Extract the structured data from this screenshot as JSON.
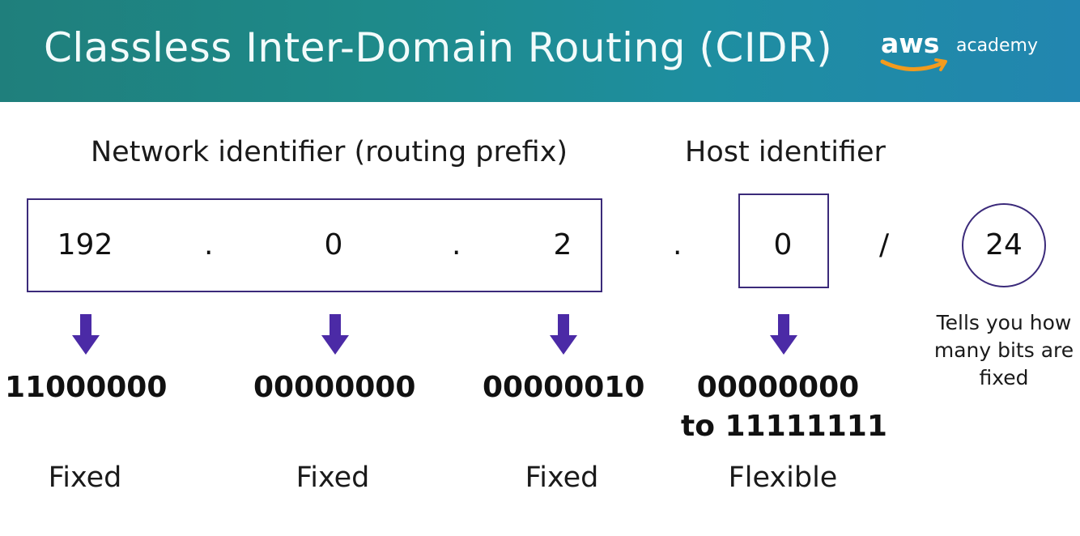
{
  "header": {
    "title": "Classless Inter-Domain Routing (CIDR)",
    "logo_primary": "aws",
    "logo_secondary": "academy"
  },
  "labels": {
    "network": "Network identifier (routing prefix)",
    "host": "Host identifier"
  },
  "address": {
    "octets": [
      "192",
      "0",
      "2",
      "0"
    ],
    "separator": ".",
    "slash": "/",
    "prefix": "24"
  },
  "binary": {
    "octet1": "11000000",
    "octet2": "00000000",
    "octet3": "00000010",
    "octet4_line1": "00000000",
    "octet4_line2": "to 11111111"
  },
  "states": [
    "Fixed",
    "Fixed",
    "Fixed",
    "Flexible"
  ],
  "prefix_note": "Tells you how many bits are fixed",
  "colors": {
    "accent": "#4b2aa6",
    "border": "#3b2a7a",
    "header_start": "#1f7f7c",
    "header_end": "#2286b0",
    "logo_smile": "#f29b1d"
  }
}
